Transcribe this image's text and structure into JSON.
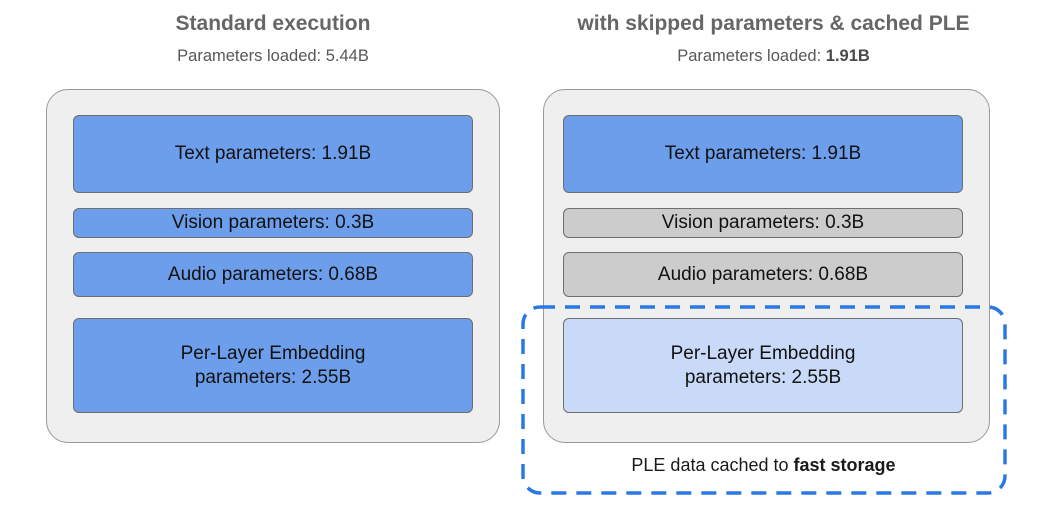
{
  "colors": {
    "box_blue": "#6d9eeb",
    "box_gray": "#cccccc",
    "box_light_blue": "#c9daf8",
    "container_fill": "#efefef",
    "container_border": "#999999",
    "box_border": "#6e6e6e",
    "dashed_border": "#2b78e4",
    "title_text": "#666666",
    "subtitle_text": "#575757",
    "box_text": "#111111"
  },
  "panels": [
    {
      "id": "standard-execution",
      "title": "Standard execution",
      "subtitle_prefix": "Parameters loaded: ",
      "subtitle_value": "5.44B",
      "boxes": [
        {
          "name": "text-parameters",
          "label": "Text parameters: 1.91B",
          "variant": "blue"
        },
        {
          "name": "vision-parameters",
          "label": "Vision parameters: 0.3B",
          "variant": "blue"
        },
        {
          "name": "audio-parameters",
          "label": "Audio parameters: 0.68B",
          "variant": "blue"
        },
        {
          "name": "per-layer-embedding-parameters",
          "label": "Per-Layer Embedding parameters: 2.55B",
          "variant": "blue"
        }
      ]
    },
    {
      "id": "skipped-parameters-cached-ple",
      "title": "with skipped parameters & cached PLE",
      "subtitle_prefix": "Parameters loaded: ",
      "subtitle_value": "1.91B",
      "boxes": [
        {
          "name": "text-parameters",
          "label": "Text parameters: 1.91B",
          "variant": "blue"
        },
        {
          "name": "vision-parameters",
          "label": "Vision parameters: 0.3B",
          "variant": "gray"
        },
        {
          "name": "audio-parameters",
          "label": "Audio parameters: 0.68B",
          "variant": "gray"
        },
        {
          "name": "per-layer-embedding-parameters",
          "label": "Per-Layer Embedding parameters: 2.55B",
          "variant": "light-blue"
        }
      ]
    }
  ],
  "callout": {
    "prefix": "PLE data cached to ",
    "bold_text": "fast storage"
  }
}
